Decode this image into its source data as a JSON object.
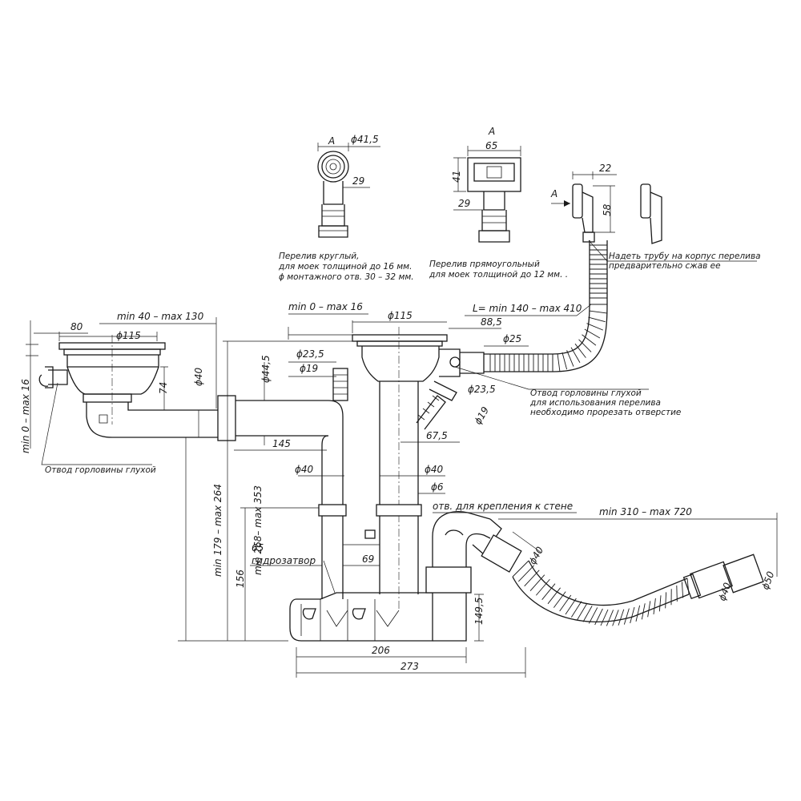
{
  "view_labels": {
    "view_a_round": "A",
    "view_a_rect": "A",
    "arrow_a": "A"
  },
  "dimensions": {
    "round_overflow_diameter": "ϕ41,5",
    "round_overflow_29": "29",
    "rect_overflow_65": "65",
    "rect_overflow_41": "41",
    "rect_overflow_29": "29",
    "tube_22": "22",
    "tube_58": "58",
    "left_bowl_80": "80",
    "left_bowl_range": "min 40 – max 130",
    "left_bowl_d115": "ϕ115",
    "left_74": "74",
    "left_d40": "ϕ40",
    "left_range_0_16": "min 0 – max 16",
    "mid_range_0_16": "min 0 – max 16",
    "mid_d115": "ϕ115",
    "d23_5_a": "ϕ23,5",
    "d19_a": "ϕ19",
    "d44_5": "ϕ44,5",
    "len_145": "145",
    "d40_a": "ϕ40",
    "d40_b": "ϕ40",
    "d6": "ϕ6",
    "right_88_5": "88,5",
    "right_d25": "ϕ25",
    "right_d23_5": "ϕ23,5",
    "right_d19": "ϕ19",
    "right_67_5": "67,5",
    "hose_L": "L= min 140 – max 410",
    "drain_range": "min 310 – max 720",
    "drain_d40": "ϕ40",
    "drain_end_d40": "ϕ40",
    "drain_end_d50": "ϕ50",
    "height_179_264": "min 179 – max 264",
    "height_268_353": "min 268– max 353",
    "height_156": "156",
    "len_65": "65",
    "len_69": "69",
    "len_149_5": "149,5",
    "len_206": "206",
    "len_273": "273"
  },
  "notes": {
    "round_overflow_1": "Перелив круглый,",
    "round_overflow_2": "для моек толщиной до 16 мм.",
    "round_overflow_3": "ϕ монтажного отв. 30 – 32 мм.",
    "rect_overflow_1": "Перелив прямоугольный",
    "rect_overflow_2": "для моек толщиной до 12 мм. .",
    "tube_note_1": "Надеть трубу на корпус перелива",
    "tube_note_2": "предварительно сжав ее",
    "blind_outlet_1": "Отвод горловины глухой",
    "blind_outlet_2": "для использования перелива",
    "blind_outlet_3": "необходимо прорезать отверстие",
    "left_blind_outlet": "Отвод горловины глухой",
    "wall_mount": "отв. для крепления к стене",
    "water_seal": "гидрозатвор"
  }
}
